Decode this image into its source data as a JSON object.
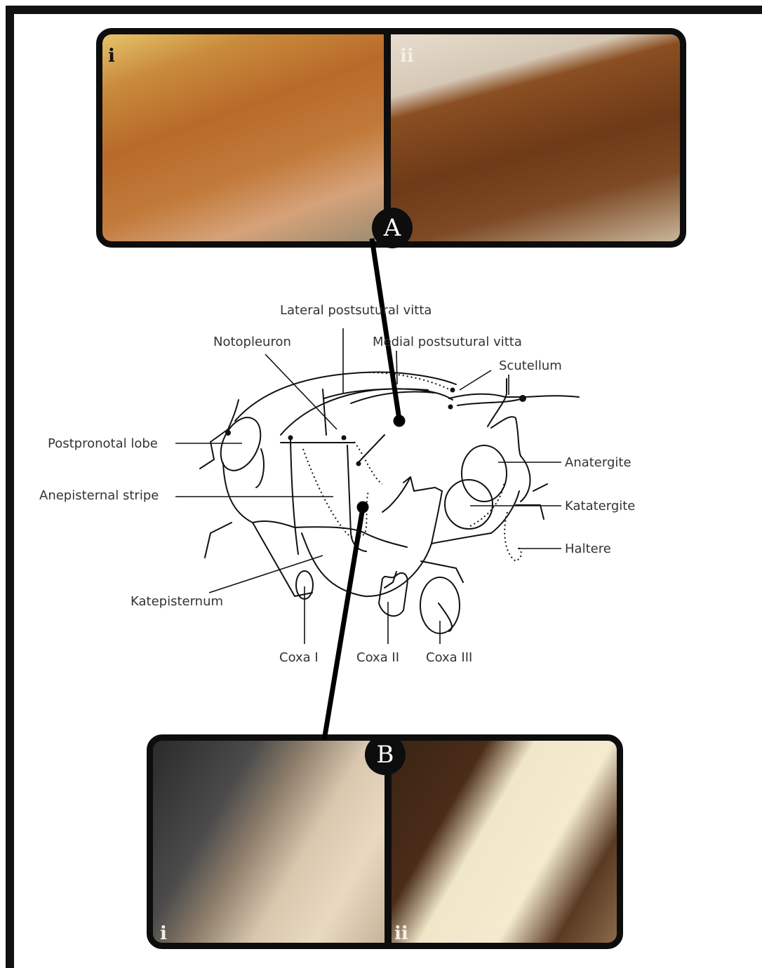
{
  "panels": {
    "A": {
      "badge": "A",
      "left_label": "i",
      "right_label": "ii"
    },
    "B": {
      "badge": "B",
      "left_label": "i",
      "right_label": "ii"
    }
  },
  "labels": {
    "lateral_postsutural_vitta": "Lateral postsutural vitta",
    "notopleuron": "Notopleuron",
    "medial_postsutural_vitta": "Medial postsutural vitta",
    "scutellum": "Scutellum",
    "postpronotal_lobe": "Postpronotal lobe",
    "anatergite": "Anatergite",
    "anepisternal_stripe": "Anepisternal stripe",
    "katatergite": "Katatergite",
    "haltere": "Haltere",
    "katepisternum": "Katepisternum",
    "coxa_i": "Coxa I",
    "coxa_ii": "Coxa II",
    "coxa_iii": "Coxa III"
  }
}
